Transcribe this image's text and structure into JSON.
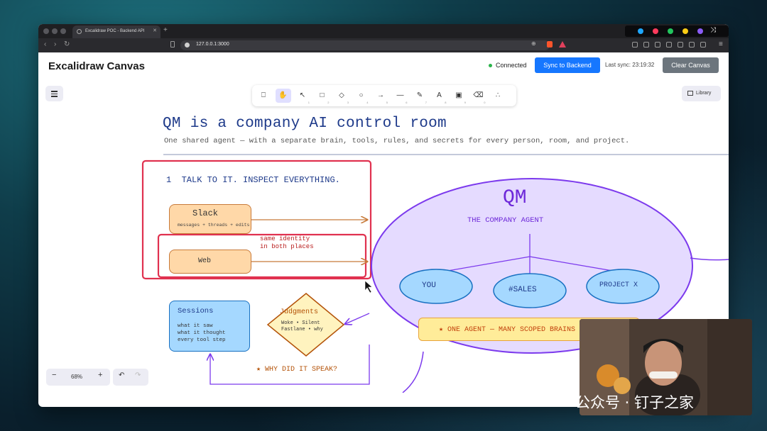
{
  "browser": {
    "tab_title": "Excalidraw POC - Backend API",
    "url": "127.0.0.1:3000",
    "extension_colors": [
      "#1ea7fd",
      "#ff3b5c",
      "#22c55e",
      "#facc15",
      "#8b5cf6"
    ]
  },
  "app": {
    "title": "Excalidraw Canvas",
    "status": "Connected",
    "sync_button": "Sync to Backend",
    "last_sync": "Last sync: 23:19:32",
    "clear_button": "Clear Canvas"
  },
  "editor": {
    "tools": [
      {
        "name": "lock-icon",
        "glyph": "⎕",
        "key": ""
      },
      {
        "name": "hand-icon",
        "glyph": "✋",
        "key": ""
      },
      {
        "name": "selection-icon",
        "glyph": "↖",
        "key": "1"
      },
      {
        "name": "rectangle-icon",
        "glyph": "□",
        "key": "2"
      },
      {
        "name": "diamond-icon",
        "glyph": "◇",
        "key": "3"
      },
      {
        "name": "ellipse-icon",
        "glyph": "○",
        "key": "4"
      },
      {
        "name": "arrow-icon",
        "glyph": "→",
        "key": "5"
      },
      {
        "name": "line-icon",
        "glyph": "—",
        "key": "6"
      },
      {
        "name": "pencil-icon",
        "glyph": "✎",
        "key": "7"
      },
      {
        "name": "text-icon",
        "glyph": "A",
        "key": "8"
      },
      {
        "name": "image-icon",
        "glyph": "▣",
        "key": "9"
      },
      {
        "name": "eraser-icon",
        "glyph": "⌫",
        "key": "0"
      },
      {
        "name": "more-tools-icon",
        "glyph": "∴",
        "key": ""
      }
    ],
    "active_tool": "hand-icon",
    "library_label": "Library",
    "zoom_level": "68%"
  },
  "drawing": {
    "title": "QM is a company AI control room",
    "subtitle": "One shared agent — with a separate brain, tools, rules, and secrets for every person, room, and project.",
    "section1": "1  TALK TO IT. INSPECT EVERYTHING.",
    "slack": {
      "title": "Slack",
      "subtitle": "messages + threads + edits"
    },
    "web": {
      "title": "Web"
    },
    "same_identity": [
      "same identity",
      "in both places"
    ],
    "sessions": {
      "title": "Sessions",
      "lines": [
        "what it saw",
        "what it thought",
        "every tool step"
      ]
    },
    "judgments": {
      "title": "Judgments",
      "lines": [
        "Woke • Silent",
        "Fastlane • why"
      ]
    },
    "why_text": "★ WHY DID IT SPEAK?",
    "qm": {
      "title": "QM",
      "subtitle": "THE COMPANY AGENT"
    },
    "nodes": [
      "YOU",
      "#SALES",
      "PROJECT X"
    ],
    "banner": "★ ONE AGENT — MANY SCOPED BRAINS"
  },
  "watermark": "公众号 · 钉子之家"
}
